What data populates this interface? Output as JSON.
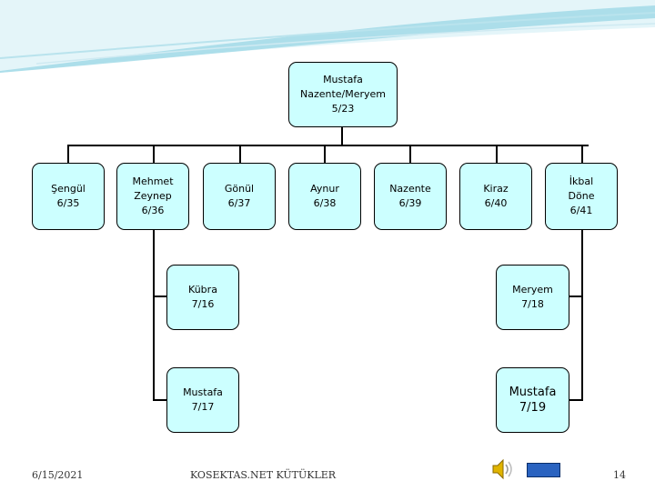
{
  "tree": {
    "root": [
      "Mustafa",
      "Nazente/Meryem",
      "5/23"
    ],
    "children": [
      [
        "Şengül",
        "6/35"
      ],
      [
        "Mehmet",
        "Zeynep",
        "6/36"
      ],
      [
        "Gönül",
        "6/37"
      ],
      [
        "Aynur",
        "6/38"
      ],
      [
        "Nazente",
        "6/39"
      ],
      [
        "Kiraz",
        "6/40"
      ],
      [
        "İkbal",
        "Döne",
        "6/41"
      ]
    ],
    "left_branch": [
      [
        "Kübra",
        "7/16"
      ],
      [
        "Mustafa",
        "7/17"
      ]
    ],
    "right_branch": [
      [
        "Meryem",
        "7/18"
      ],
      [
        "Mustafa",
        "7/19"
      ]
    ]
  },
  "footer": {
    "date": "6/15/2021",
    "site": "KOSEKTAS.NET KÜTÜKLER",
    "page_number": "14"
  },
  "colors": {
    "node_fill": "#ccffff",
    "header_swoosh": "#9ed8e6",
    "nav_button": "#2a63c0"
  },
  "icons": [
    "speaker-icon",
    "nav-button"
  ]
}
